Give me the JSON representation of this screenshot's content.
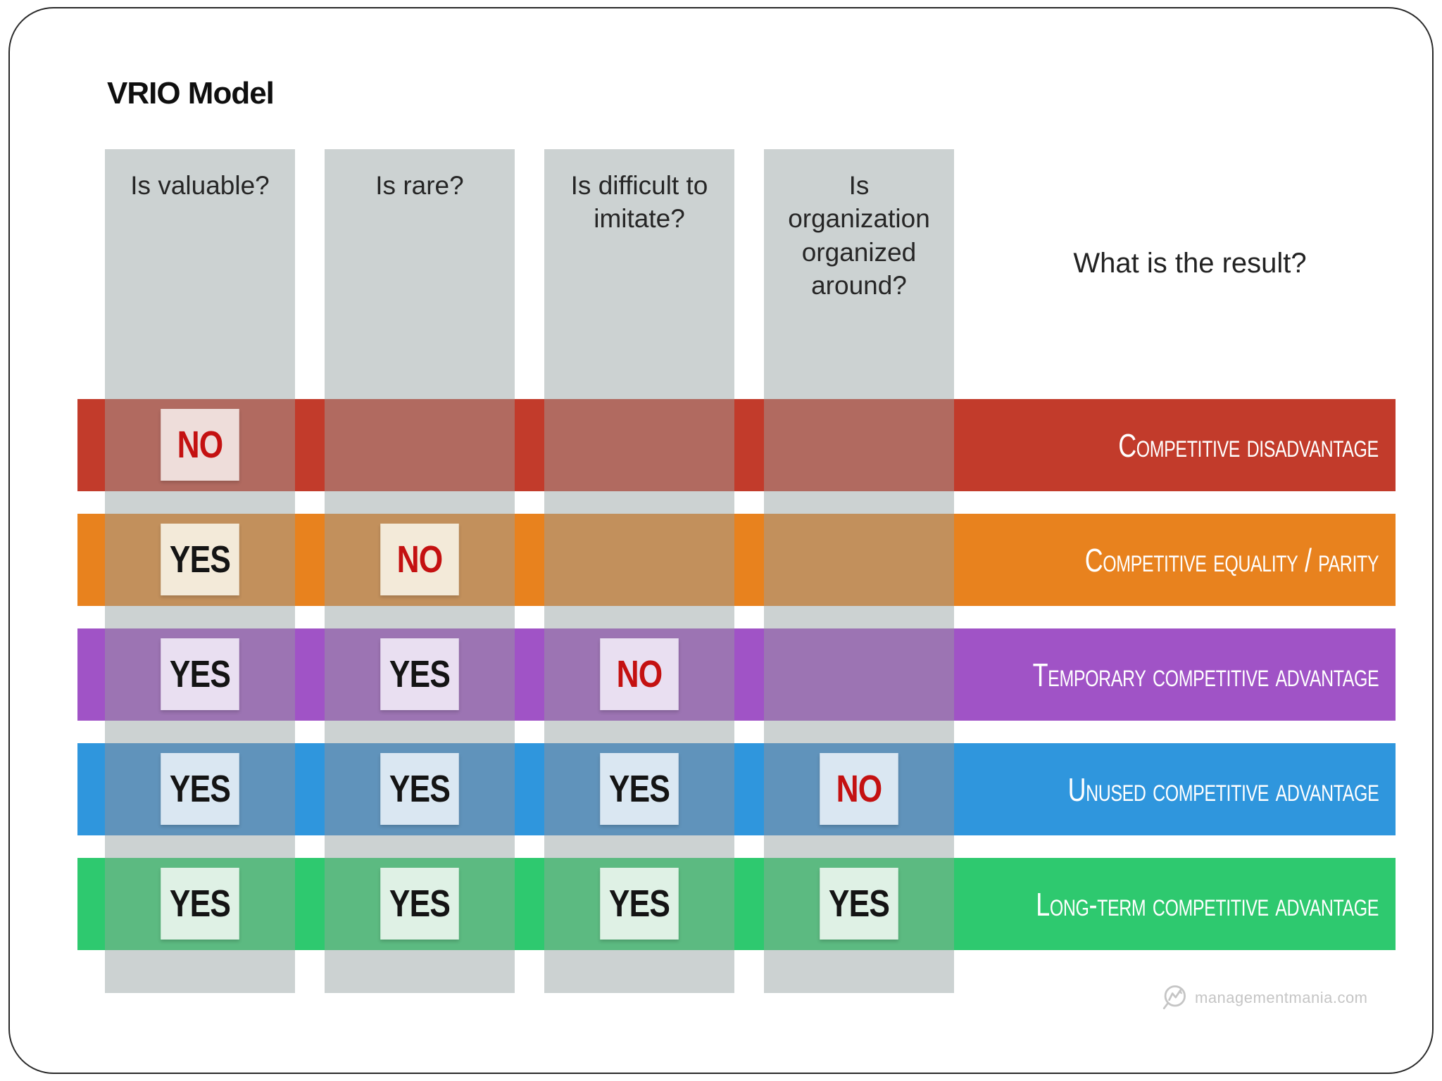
{
  "title": "VRIO Model",
  "result_header": "What is the result?",
  "columns": [
    {
      "label": "Is valuable?"
    },
    {
      "label": "Is rare?"
    },
    {
      "label": "Is difficult to imitate?"
    },
    {
      "label": "Is organization organized around?"
    }
  ],
  "rows": [
    {
      "result": "Competitive disadvantage",
      "answers": [
        "NO",
        null,
        null,
        null
      ],
      "colors": {
        "band": "#c23b2b",
        "overlay": "#b16a60",
        "box": "#eeddda"
      }
    },
    {
      "result": "Competitive equality / parity",
      "answers": [
        "YES",
        "NO",
        null,
        null
      ],
      "colors": {
        "band": "#e8821e",
        "overlay": "#c2905c",
        "box": "#f3ead9"
      }
    },
    {
      "result": "Temporary competitive advantage",
      "answers": [
        "YES",
        "YES",
        "NO",
        null
      ],
      "colors": {
        "band": "#a053c6",
        "overlay": "#9c74b3",
        "box": "#e9dff1"
      }
    },
    {
      "result": "Unused competitive advantage",
      "answers": [
        "YES",
        "YES",
        "YES",
        "NO"
      ],
      "colors": {
        "band": "#2f96dd",
        "overlay": "#6093bb",
        "box": "#dae7f2"
      }
    },
    {
      "result": "Long-term competitive advantage",
      "answers": [
        "YES",
        "YES",
        "YES",
        "YES"
      ],
      "colors": {
        "band": "#2ec96f",
        "overlay": "#5cba81",
        "box": "#dff1e5"
      }
    }
  ],
  "colors": {
    "column_gray": "#ccd2d2",
    "yes_text": "#141414",
    "no_text": "#c41111"
  },
  "watermark": "managementmania.com"
}
